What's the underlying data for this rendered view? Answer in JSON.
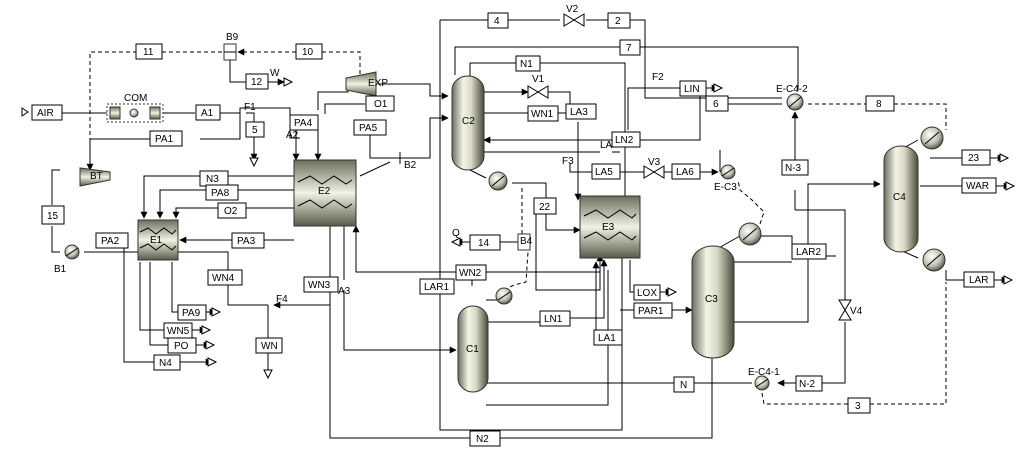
{
  "units": {
    "C2": "C2",
    "C1": "C1",
    "C3": "C3",
    "C4": "C4",
    "E1": "E1",
    "E2": "E2",
    "E3": "E3",
    "EXP": "EXP",
    "COM": "COM",
    "BT": "BT",
    "B1": "B1",
    "B2": "B2",
    "B4": "B4",
    "B9": "B9",
    "F1": "F1",
    "F2": "F2",
    "F3": "F3",
    "F4": "F4",
    "V1": "V1",
    "V2": "V2",
    "V3": "V3",
    "V4": "V4",
    "EC3": "E-C3",
    "EC41": "E-C4-1",
    "EC42": "E-C4-2"
  },
  "streams": {
    "s2": "2",
    "s3": "3",
    "s4": "4",
    "s5": "5",
    "s6": "6",
    "s7": "7",
    "s8": "8",
    "s10": "10",
    "s11": "11",
    "s12": "12",
    "s14": "14",
    "s15": "15",
    "s22": "22",
    "s23": "23",
    "AIR": "AIR",
    "A1": "A1",
    "A2": "A2",
    "A3": "A3",
    "PA1": "PA1",
    "PA2": "PA2",
    "PA3": "PA3",
    "PA4": "PA4",
    "PA5": "PA5",
    "PA8": "PA8",
    "PA9": "PA9",
    "PAR1": "PAR1",
    "PO": "PO",
    "N": "N",
    "N1": "N1",
    "N2": "N2",
    "N3": "N3",
    "N4": "N4",
    "N3b": "N-3",
    "N2b": "N-2",
    "O1": "O1",
    "O2": "O2",
    "WN": "WN",
    "WN1": "WN1",
    "WN2": "WN2",
    "WN3": "WN3",
    "WN4": "WN4",
    "WN5": "WN5",
    "WAR": "WAR",
    "LAR": "LAR",
    "LAR1": "LAR1",
    "LAR2": "LAR2",
    "LIN": "LIN",
    "LOX": "LOX",
    "LA": "LA",
    "LA1": "LA1",
    "LA3": "LA3",
    "LA5": "LA5",
    "LA6": "LA6",
    "LN1": "LN1",
    "LN2": "LN2",
    "W": "W",
    "Q": "Q"
  }
}
